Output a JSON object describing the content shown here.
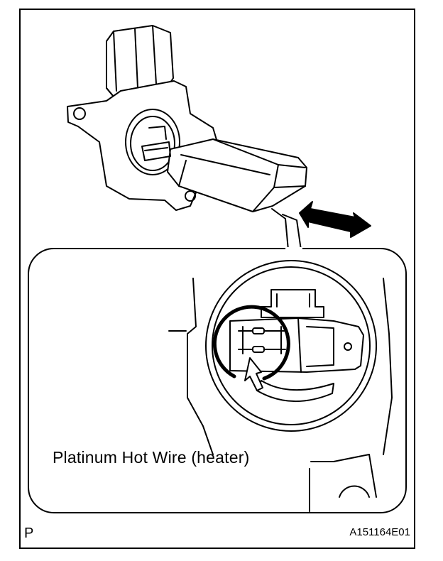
{
  "figure": {
    "callout_label": "Platinum Hot Wire (heater)",
    "corner_mark": "P",
    "figure_code": "A151164E01"
  },
  "icons": {
    "airflow": "arrow-icon",
    "pointer": "arrow-icon"
  },
  "colors": {
    "line": "#000000",
    "background": "#ffffff"
  }
}
